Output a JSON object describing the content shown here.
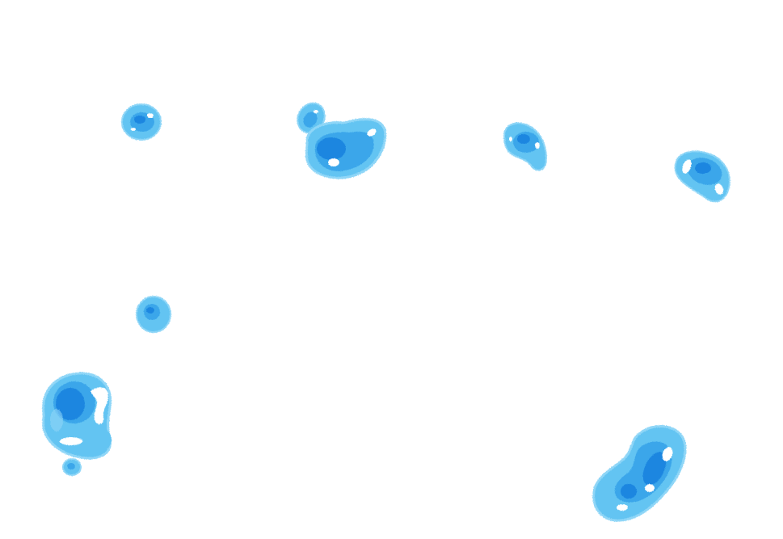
{
  "scene": {
    "background_color": "#ffffff",
    "colors": {
      "outer": "#63c4f2",
      "mid": "#3aa6ea",
      "inner": "#1c86e0",
      "edge": "#8fd6f7",
      "highlight": "#ffffff"
    },
    "drops": [
      {
        "name": "water-drop-1"
      },
      {
        "name": "water-drop-2"
      },
      {
        "name": "water-drop-3"
      },
      {
        "name": "water-drop-4"
      },
      {
        "name": "water-drop-5"
      },
      {
        "name": "water-drop-6"
      },
      {
        "name": "water-drop-7"
      },
      {
        "name": "water-drop-8"
      },
      {
        "name": "water-drop-9"
      },
      {
        "name": "water-drop-10"
      }
    ]
  }
}
